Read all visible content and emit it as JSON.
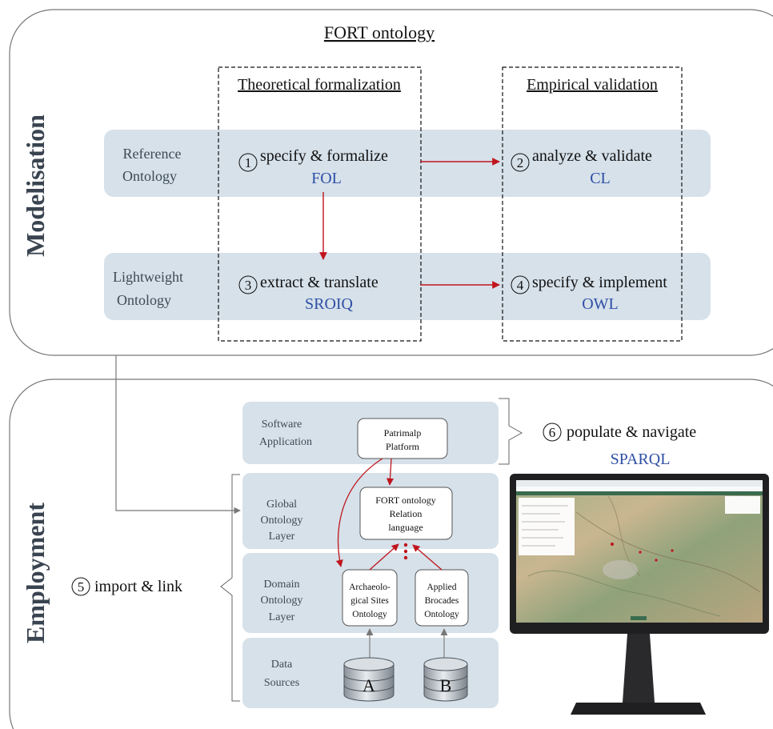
{
  "fort_section": {
    "title": "FORT ontology",
    "side_label": "Modelisation",
    "columns": {
      "theoretical": "Theoretical formalization",
      "empirical": "Empirical validation"
    },
    "rows": {
      "reference": {
        "line1": "Reference",
        "line2": "Ontology"
      },
      "lightweight": {
        "line1": "Lightweight",
        "line2": "Ontology"
      }
    },
    "steps": [
      {
        "num": "1",
        "text": "specify & formalize",
        "lang": "FOL"
      },
      {
        "num": "2",
        "text": "analyze & validate",
        "lang": "CL"
      },
      {
        "num": "3",
        "text": "extract & translate",
        "lang": "SROIQ"
      },
      {
        "num": "4",
        "text": "specify & implement",
        "lang": "OWL"
      }
    ]
  },
  "employment_section": {
    "side_label": "Employment",
    "layers": {
      "software": {
        "line1": "Software",
        "line2": "Application"
      },
      "global": {
        "line1": "Global",
        "line2": "Ontology",
        "line3": "Layer"
      },
      "domain": {
        "line1": "Domain",
        "line2": "Ontology",
        "line3": "Layer"
      },
      "data": {
        "line1": "Data",
        "line2": "Sources"
      }
    },
    "boxes": {
      "patrimalp": {
        "line1": "Patrimalp",
        "line2": "Platform"
      },
      "fort": {
        "line1": "FORT ontology",
        "line2": "Relation",
        "line3": "language"
      },
      "archaeo": {
        "line1": "Archaeolo-",
        "line2": "gical Sites",
        "line3": "Ontology"
      },
      "brocades": {
        "line1": "Applied",
        "line2": "Brocades",
        "line3": "Ontology"
      }
    },
    "databases": {
      "a": "A",
      "b": "B"
    },
    "step5": {
      "num": "5",
      "text": "import & link"
    },
    "step6": {
      "num": "6",
      "text": "populate & navigate",
      "lang": "SPARQL"
    }
  },
  "colors": {
    "band": "#d6e1ea",
    "lang_blue": "#2e4fa5",
    "arrow_red": "#c0141c",
    "outline": "#555555",
    "label_text": "#3d4a55"
  }
}
